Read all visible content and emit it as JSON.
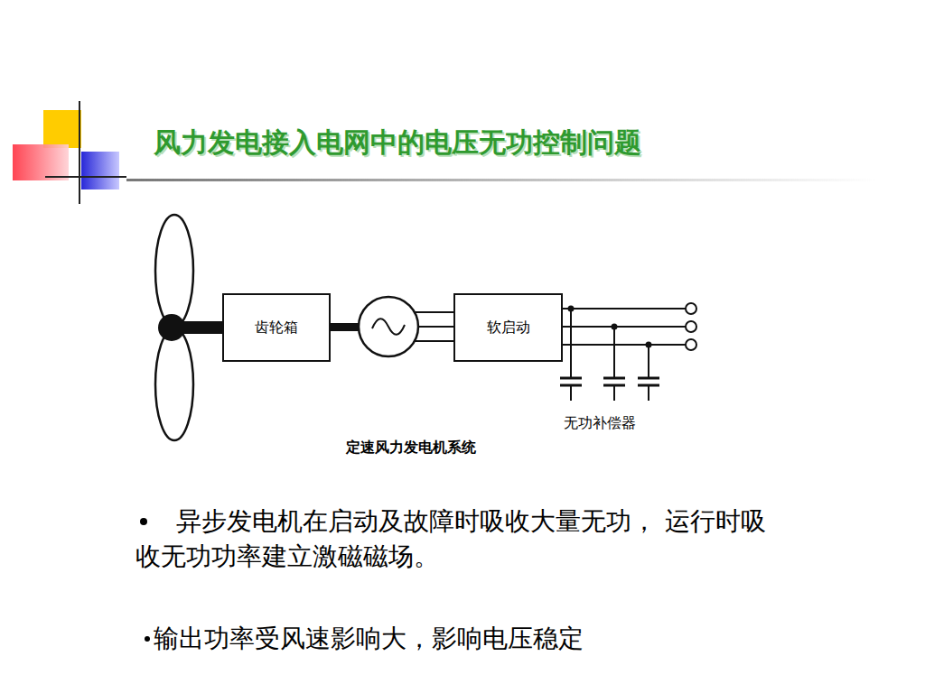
{
  "diagram": {
    "title": "风力发电接入电网中的电压无功控制问题",
    "caption": "定速风力发电机系统",
    "nodes": [
      {
        "text": [
          "齿轮箱"
        ]
      },
      {
        "text": [
          "软启动"
        ]
      }
    ],
    "labels": [
      "无功补偿器",
      "异步发电机在启动及故障时吸收大量无功， 运行时吸收无功功率建立激磁磁场。",
      "输出功率受风速影响大，影响电压稳定"
    ]
  }
}
